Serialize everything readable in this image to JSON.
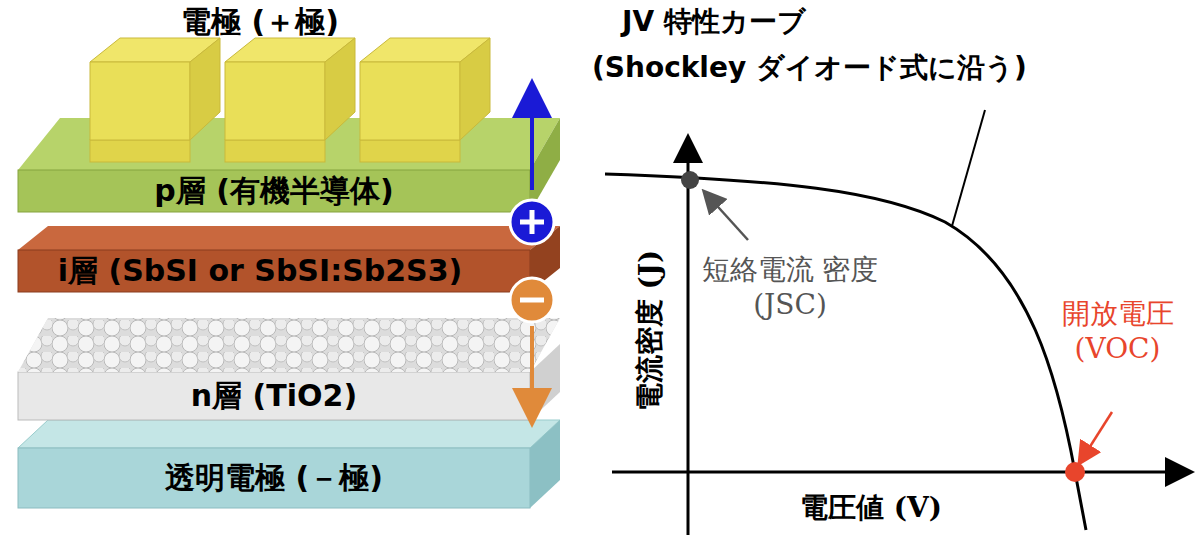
{
  "diagram": {
    "nodes": [
      {
        "text": [
          "電極 (＋極)"
        ]
      },
      {
        "text": [
          "p層 (有機半導体)"
        ]
      },
      {
        "text": [
          "i層 (SbSI or SbSI:Sb2S3)"
        ]
      },
      {
        "text": [
          "n層 (TiO2)"
        ]
      },
      {
        "text": [
          "透明電極 (－極)"
        ]
      }
    ],
    "labels": [
      "JV 特性カーブ",
      "(Shockley ダイオード式に沿う)",
      "電流密度 (J)",
      "電圧値 (V)",
      "短絡電流 密度 (JSC)",
      "開放電圧 (VOC)"
    ]
  }
}
